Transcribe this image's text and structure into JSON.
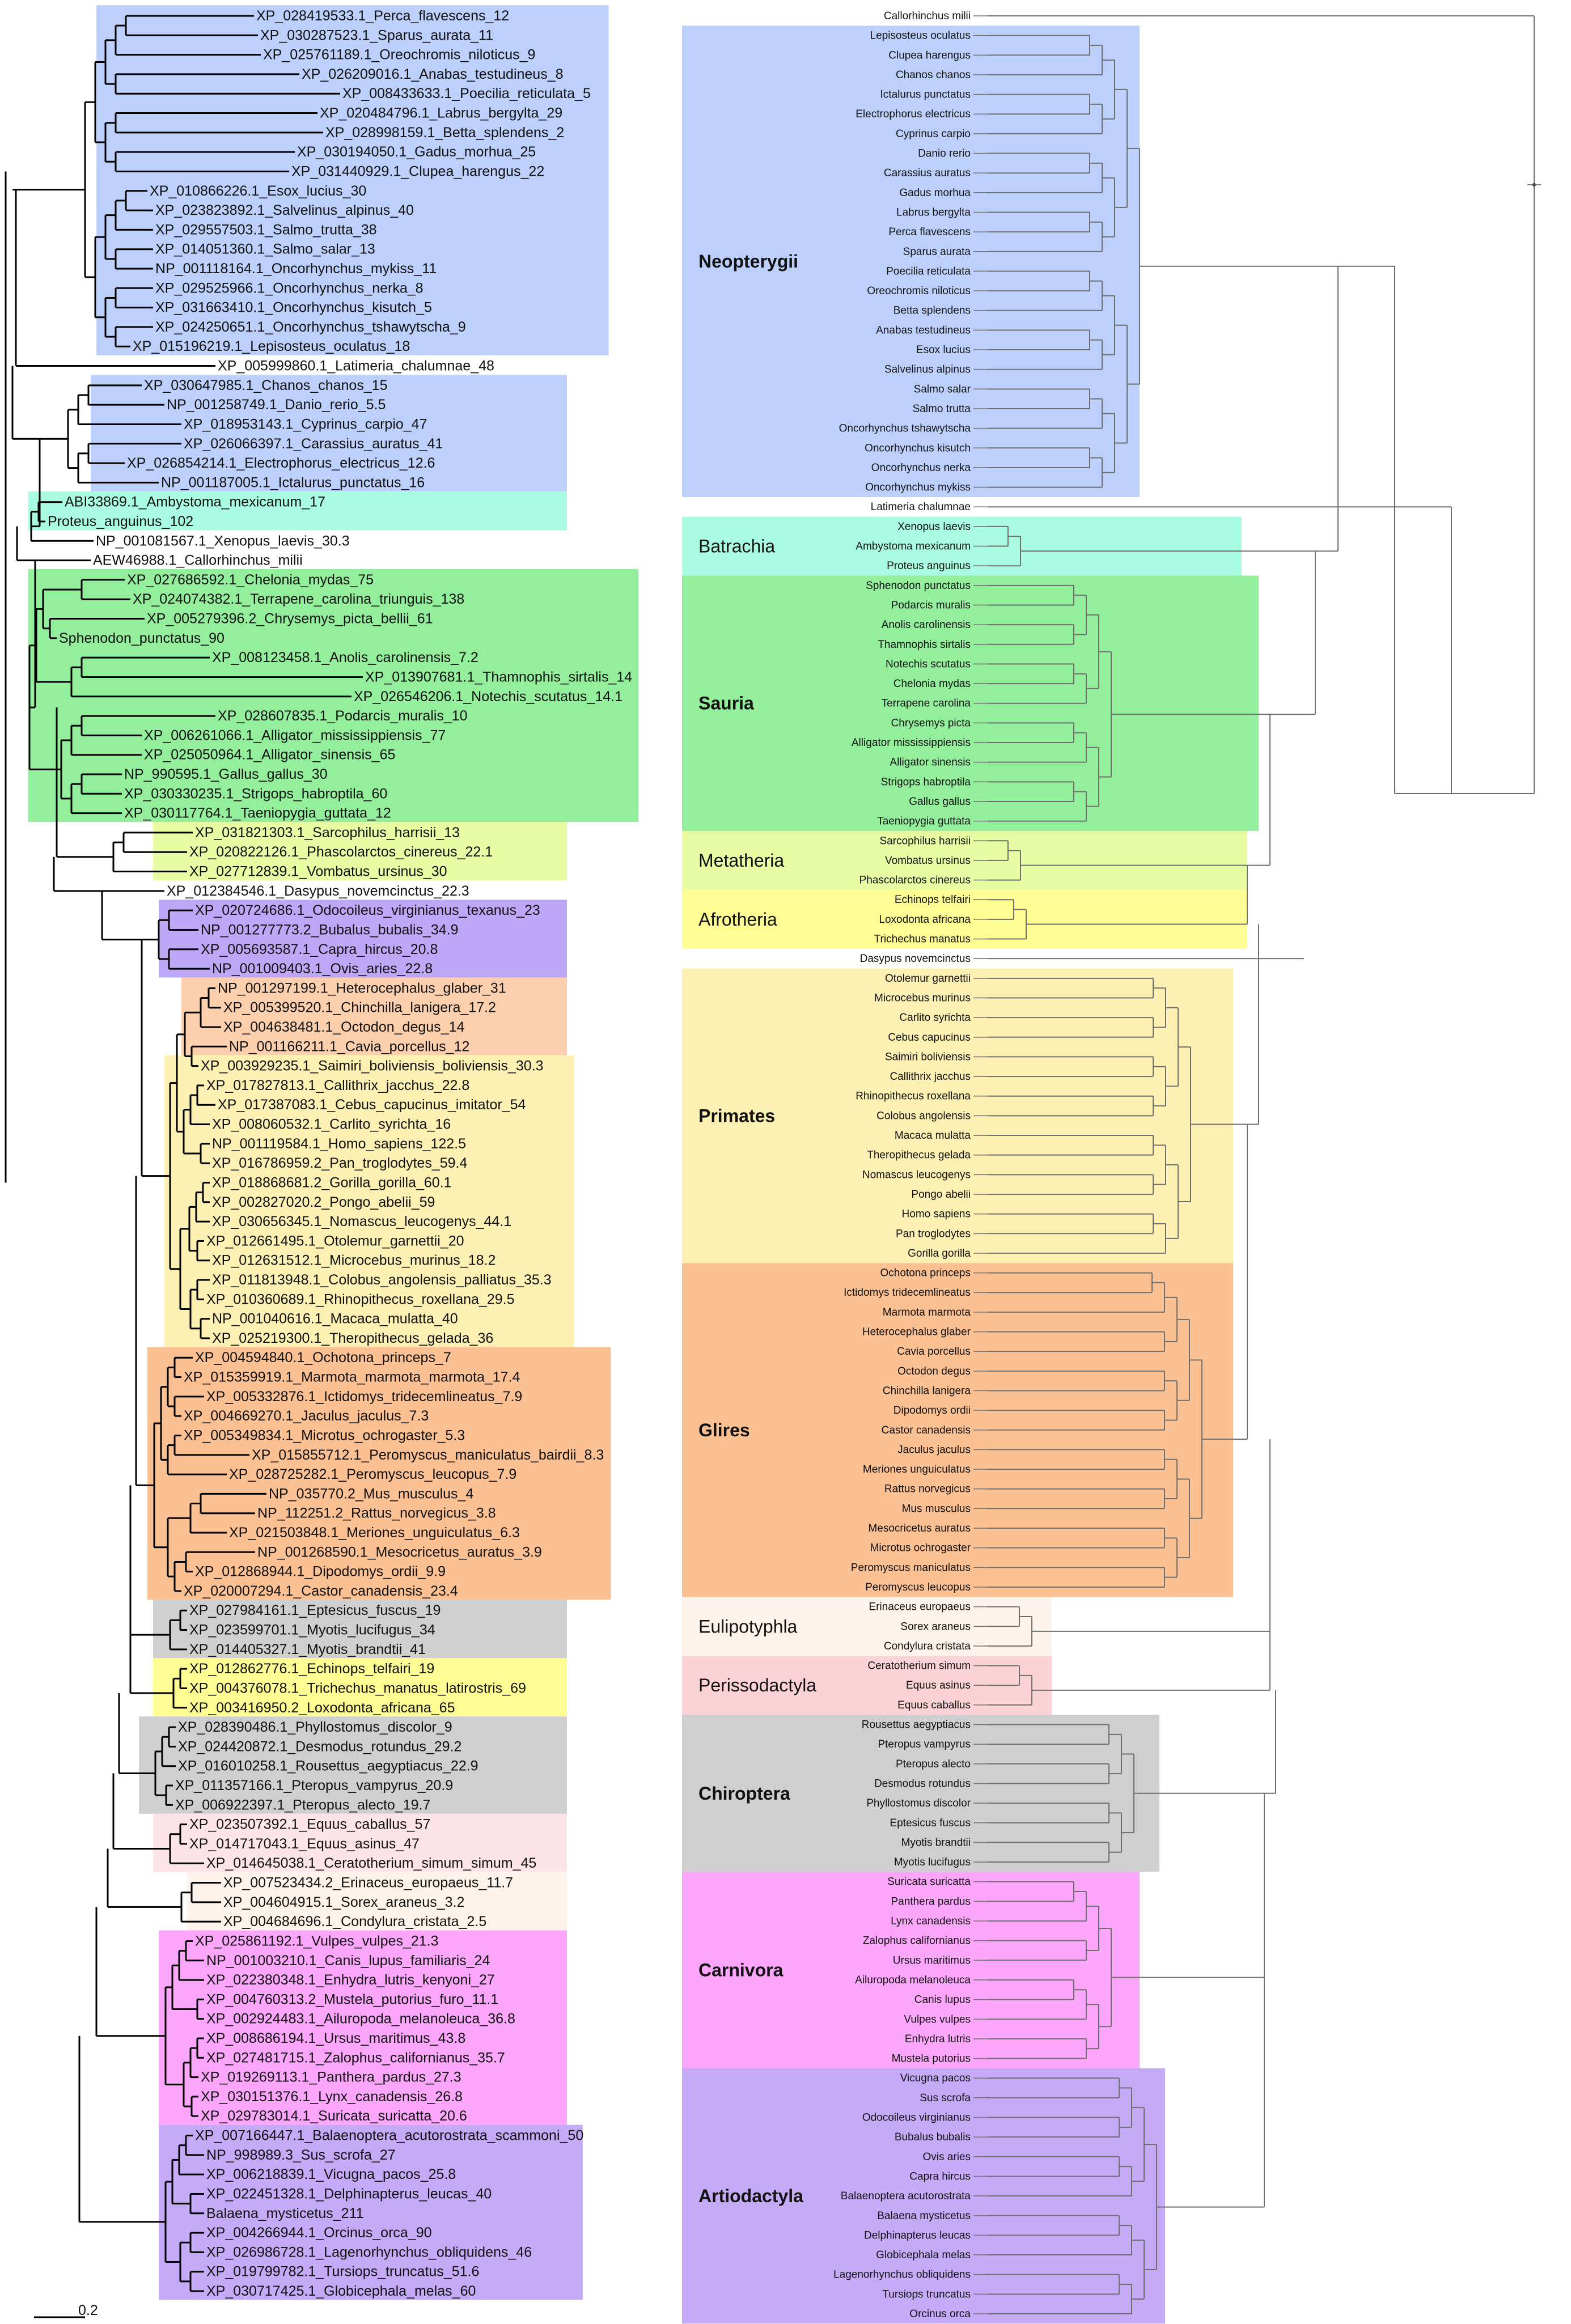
{
  "left_tree": {
    "scale_bar_label": "0.2",
    "clades": [
      {
        "color": "#bcd0fb",
        "first": "XP_028419533.1_Perca_flavescens_12",
        "last": "XP_015196219.1_Lepisosteus_oculatus_18"
      },
      {
        "color": "#bcd0fb",
        "first": "XP_030647985.1_Chanos_chanos_15",
        "last": "NP_001187005.1_Ictalurus_punctatus_16"
      },
      {
        "color": "#a9fbe2",
        "first": "ABI33869.1_Ambystoma_mexicanum_17",
        "last": "Proteus_anguinus_102"
      },
      {
        "color": "#93ef9b",
        "first": "XP_027686592.1_Chelonia_mydas_75",
        "last": "XP_030117764.1_Taeniopygia_guttata_12"
      },
      {
        "color": "#e8fca3",
        "first": "XP_031821303.1_Sarcophilus_harrisii_13",
        "last": "XP_027712839.1_Vombatus_ursinus_30"
      },
      {
        "color": "#bfa7f7",
        "first": "XP_020724686.1_Odocoileus_virginianus_texanus_23",
        "last": "NP_001009403.1_Ovis_aries_22.8"
      },
      {
        "color": "#fcd0ad",
        "first": "NP_001297199.1_Heterocephalus_glaber_31",
        "last": "NP_001166211.1_Cavia_porcellus_12"
      },
      {
        "color": "#fdf0b3",
        "first": "XP_003929235.1_Saimiri_boliviensis_boliviensis_30.3",
        "last": "XP_025219300.1_Theropithecus_gelada_36"
      },
      {
        "color": "#fbc193",
        "first": "XP_004594840.1_Ochotona_princeps_7",
        "last": "XP_020007294.1_Castor_canadensis_23.4"
      },
      {
        "color": "#cfcfcf",
        "first": "XP_027984161.1_Eptesicus_fuscus_19",
        "last": "XP_014405327.1_Myotis_brandtii_41"
      },
      {
        "color": "#fdfd93",
        "first": "XP_012862776.1_Echinops_telfairi_19",
        "last": "XP_003416950.2_Loxodonta_africana_65"
      },
      {
        "color": "#cfcfcf",
        "first": "XP_028390486.1_Phyllostomus_discolor_9",
        "last": "XP_006922397.1_Pteropus_alecto_19.7"
      },
      {
        "color": "#fde4e8",
        "first": "XP_023507392.1_Equus_caballus_57",
        "last": "XP_014645038.1_Ceratotherium_simum_simum_45"
      },
      {
        "color": "#fdf3ea",
        "first": "XP_007523434.2_Erinaceus_europaeus_11.7",
        "last": "XP_004684696.1_Condylura_cristata_2.5"
      },
      {
        "color": "#fca6fb",
        "first": "XP_025861192.1_Vulpes_vulpes_21.3",
        "last": "XP_029783014.1_Suricata_suricatta_20.6"
      },
      {
        "color": "#c5aaf8",
        "first": "XP_007166447.1_Balaenoptera_acutorostrata_scammoni_50",
        "last": "XP_030717425.1_Globicephala_melas_60"
      }
    ],
    "leaves": [
      {
        "label": "XP_028419533.1_Perca_flavescens_12"
      },
      {
        "label": "XP_030287523.1_Sparus_aurata_11"
      },
      {
        "label": "XP_025761189.1_Oreochromis_niloticus_9"
      },
      {
        "label": "XP_026209016.1_Anabas_testudineus_8"
      },
      {
        "label": "XP_008433633.1_Poecilia_reticulata_5"
      },
      {
        "label": "XP_020484796.1_Labrus_bergylta_29"
      },
      {
        "label": "XP_028998159.1_Betta_splendens_2"
      },
      {
        "label": "XP_030194050.1_Gadus_morhua_25"
      },
      {
        "label": "XP_031440929.1_Clupea_harengus_22"
      },
      {
        "label": "XP_010866226.1_Esox_lucius_30"
      },
      {
        "label": "XP_023823892.1_Salvelinus_alpinus_40"
      },
      {
        "label": "XP_029557503.1_Salmo_trutta_38"
      },
      {
        "label": "XP_014051360.1_Salmo_salar_13"
      },
      {
        "label": "NP_001118164.1_Oncorhynchus_mykiss_11"
      },
      {
        "label": "XP_029525966.1_Oncorhynchus_nerka_8"
      },
      {
        "label": "XP_031663410.1_Oncorhynchus_kisutch_5"
      },
      {
        "label": "XP_024250651.1_Oncorhynchus_tshawytscha_9"
      },
      {
        "label": "XP_015196219.1_Lepisosteus_oculatus_18"
      },
      {
        "label": "XP_005999860.1_Latimeria_chalumnae_48"
      },
      {
        "label": "XP_030647985.1_Chanos_chanos_15"
      },
      {
        "label": "NP_001258749.1_Danio_rerio_5.5"
      },
      {
        "label": "XP_018953143.1_Cyprinus_carpio_47"
      },
      {
        "label": "XP_026066397.1_Carassius_auratus_41"
      },
      {
        "label": "XP_026854214.1_Electrophorus_electricus_12.6"
      },
      {
        "label": "NP_001187005.1_Ictalurus_punctatus_16"
      },
      {
        "label": "ABI33869.1_Ambystoma_mexicanum_17"
      },
      {
        "label": "Proteus_anguinus_102"
      },
      {
        "label": "NP_001081567.1_Xenopus_laevis_30.3"
      },
      {
        "label": "AEW46988.1_Callorhinchus_milii"
      },
      {
        "label": "XP_027686592.1_Chelonia_mydas_75"
      },
      {
        "label": "XP_024074382.1_Terrapene_carolina_triunguis_138"
      },
      {
        "label": "XP_005279396.2_Chrysemys_picta_bellii_61"
      },
      {
        "label": "Sphenodon_punctatus_90"
      },
      {
        "label": "XP_008123458.1_Anolis_carolinensis_7.2"
      },
      {
        "label": "XP_013907681.1_Thamnophis_sirtalis_14"
      },
      {
        "label": "XP_026546206.1_Notechis_scutatus_14.1"
      },
      {
        "label": "XP_028607835.1_Podarcis_muralis_10"
      },
      {
        "label": "XP_006261066.1_Alligator_mississippiensis_77"
      },
      {
        "label": "XP_025050964.1_Alligator_sinensis_65"
      },
      {
        "label": "NP_990595.1_Gallus_gallus_30"
      },
      {
        "label": "XP_030330235.1_Strigops_habroptila_60"
      },
      {
        "label": "XP_030117764.1_Taeniopygia_guttata_12"
      },
      {
        "label": "XP_031821303.1_Sarcophilus_harrisii_13"
      },
      {
        "label": "XP_020822126.1_Phascolarctos_cinereus_22.1"
      },
      {
        "label": "XP_027712839.1_Vombatus_ursinus_30"
      },
      {
        "label": "XP_012384546.1_Dasypus_novemcinctus_22.3"
      },
      {
        "label": "XP_020724686.1_Odocoileus_virginianus_texanus_23"
      },
      {
        "label": "NP_001277773.2_Bubalus_bubalis_34.9"
      },
      {
        "label": "XP_005693587.1_Capra_hircus_20.8"
      },
      {
        "label": "NP_001009403.1_Ovis_aries_22.8"
      },
      {
        "label": "NP_001297199.1_Heterocephalus_glaber_31"
      },
      {
        "label": "XP_005399520.1_Chinchilla_lanigera_17.2"
      },
      {
        "label": "XP_004638481.1_Octodon_degus_14"
      },
      {
        "label": "NP_001166211.1_Cavia_porcellus_12"
      },
      {
        "label": "XP_003929235.1_Saimiri_boliviensis_boliviensis_30.3"
      },
      {
        "label": "XP_017827813.1_Callithrix_jacchus_22.8"
      },
      {
        "label": "XP_017387083.1_Cebus_capucinus_imitator_54"
      },
      {
        "label": "XP_008060532.1_Carlito_syrichta_16"
      },
      {
        "label": "NP_001119584.1_Homo_sapiens_122.5"
      },
      {
        "label": "XP_016786959.2_Pan_troglodytes_59.4"
      },
      {
        "label": "XP_018868681.2_Gorilla_gorilla_60.1"
      },
      {
        "label": "XP_002827020.2_Pongo_abelii_59"
      },
      {
        "label": "XP_030656345.1_Nomascus_leucogenys_44.1"
      },
      {
        "label": "XP_012661495.1_Otolemur_garnettii_20"
      },
      {
        "label": "XP_012631512.1_Microcebus_murinus_18.2"
      },
      {
        "label": "XP_011813948.1_Colobus_angolensis_palliatus_35.3"
      },
      {
        "label": "XP_010360689.1_Rhinopithecus_roxellana_29.5"
      },
      {
        "label": "NP_001040616.1_Macaca_mulatta_40"
      },
      {
        "label": "XP_025219300.1_Theropithecus_gelada_36"
      },
      {
        "label": "XP_004594840.1_Ochotona_princeps_7"
      },
      {
        "label": "XP_015359919.1_Marmota_marmota_marmota_17.4"
      },
      {
        "label": "XP_005332876.1_Ictidomys_tridecemlineatus_7.9"
      },
      {
        "label": "XP_004669270.1_Jaculus_jaculus_7.3"
      },
      {
        "label": "XP_005349834.1_Microtus_ochrogaster_5.3"
      },
      {
        "label": "XP_015855712.1_Peromyscus_maniculatus_bairdii_8.3"
      },
      {
        "label": "XP_028725282.1_Peromyscus_leucopus_7.9"
      },
      {
        "label": "NP_035770.2_Mus_musculus_4"
      },
      {
        "label": "NP_112251.2_Rattus_norvegicus_3.8"
      },
      {
        "label": "XP_021503848.1_Meriones_unguiculatus_6.3"
      },
      {
        "label": "NP_001268590.1_Mesocricetus_auratus_3.9"
      },
      {
        "label": "XP_012868944.1_Dipodomys_ordii_9.9"
      },
      {
        "label": "XP_020007294.1_Castor_canadensis_23.4"
      },
      {
        "label": "XP_027984161.1_Eptesicus_fuscus_19"
      },
      {
        "label": "XP_023599701.1_Myotis_lucifugus_34"
      },
      {
        "label": "XP_014405327.1_Myotis_brandtii_41"
      },
      {
        "label": "XP_012862776.1_Echinops_telfairi_19"
      },
      {
        "label": "XP_004376078.1_Trichechus_manatus_latirostris_69"
      },
      {
        "label": "XP_003416950.2_Loxodonta_africana_65"
      },
      {
        "label": "XP_028390486.1_Phyllostomus_discolor_9"
      },
      {
        "label": "XP_024420872.1_Desmodus_rotundus_29.2"
      },
      {
        "label": "XP_016010258.1_Rousettus_aegyptiacus_22.9"
      },
      {
        "label": "XP_011357166.1_Pteropus_vampyrus_20.9"
      },
      {
        "label": "XP_006922397.1_Pteropus_alecto_19.7"
      },
      {
        "label": "XP_023507392.1_Equus_caballus_57"
      },
      {
        "label": "XP_014717043.1_Equus_asinus_47"
      },
      {
        "label": "XP_014645038.1_Ceratotherium_simum_simum_45"
      },
      {
        "label": "XP_007523434.2_Erinaceus_europaeus_11.7"
      },
      {
        "label": "XP_004604915.1_Sorex_araneus_3.2"
      },
      {
        "label": "XP_004684696.1_Condylura_cristata_2.5"
      },
      {
        "label": "XP_025861192.1_Vulpes_vulpes_21.3"
      },
      {
        "label": "NP_001003210.1_Canis_lupus_familiaris_24"
      },
      {
        "label": "XP_022380348.1_Enhydra_lutris_kenyoni_27"
      },
      {
        "label": "XP_004760313.2_Mustela_putorius_furo_11.1"
      },
      {
        "label": "XP_002924483.1_Ailuropoda_melanoleuca_36.8"
      },
      {
        "label": "XP_008686194.1_Ursus_maritimus_43.8"
      },
      {
        "label": "XP_027481715.1_Zalophus_californianus_35.7"
      },
      {
        "label": "XP_019269113.1_Panthera_pardus_27.3"
      },
      {
        "label": "XP_030151376.1_Lynx_canadensis_26.8"
      },
      {
        "label": "XP_029783014.1_Suricata_suricatta_20.6"
      },
      {
        "label": "XP_007166447.1_Balaenoptera_acutorostrata_scammoni_50"
      },
      {
        "label": "NP_998989.3_Sus_scrofa_27"
      },
      {
        "label": "XP_006218839.1_Vicugna_pacos_25.8"
      },
      {
        "label": "XP_022451328.1_Delphinapterus_leucas_40"
      },
      {
        "label": "Balaena_mysticetus_211"
      },
      {
        "label": "XP_004266944.1_Orcinus_orca_90"
      },
      {
        "label": "XP_026986728.1_Lagenorhynchus_obliquidens_46"
      },
      {
        "label": "XP_019799782.1_Tursiops_truncatus_51.6"
      },
      {
        "label": "XP_030717425.1_Globicephala_melas_60"
      }
    ]
  },
  "right_tree": {
    "clades": [
      {
        "label": "Neopterygii",
        "bold": true,
        "color": "#bcd0fb",
        "first": "Lepisosteus oculatus",
        "last": "Oncorhynchus mykiss"
      },
      {
        "label": "Batrachia",
        "bold": false,
        "color": "#a9fbe2",
        "first": "Xenopus laevis",
        "last": "Proteus anguinus"
      },
      {
        "label": "Sauria",
        "bold": true,
        "color": "#93ef9b",
        "first": "Sphenodon punctatus",
        "last": "Taeniopygia guttata"
      },
      {
        "label": "Metatheria",
        "bold": false,
        "color": "#e8fca3",
        "first": "Sarcophilus harrisii",
        "last": "Phascolarctos cinereus"
      },
      {
        "label": "Afrotheria",
        "bold": false,
        "color": "#fdfd93",
        "first": "Echinops telfairi",
        "last": "Trichechus manatus"
      },
      {
        "label": "Primates",
        "bold": true,
        "color": "#fdf0b3",
        "first": "Otolemur garnettii",
        "last": "Gorilla gorilla"
      },
      {
        "label": "Glires",
        "bold": true,
        "color": "#fbc193",
        "first": "Ochotona princeps",
        "last": "Peromyscus leucopus"
      },
      {
        "label": "Eulipotyphla",
        "bold": false,
        "color": "#fdf3ea",
        "first": "Erinaceus europaeus",
        "last": "Condylura cristata"
      },
      {
        "label": "Perissodactyla",
        "bold": false,
        "color": "#fbd3d6",
        "first": "Ceratotherium simum",
        "last": "Equus caballus"
      },
      {
        "label": "Chiroptera",
        "bold": true,
        "color": "#cfcfcf",
        "first": "Rousettus aegyptiacus",
        "last": "Myotis lucifugus"
      },
      {
        "label": "Carnivora",
        "bold": true,
        "color": "#fca6fb",
        "first": "Suricata suricatta",
        "last": "Mustela putorius"
      },
      {
        "label": "Artiodactyla",
        "bold": true,
        "color": "#c5aaf8",
        "first": "Vicugna pacos",
        "last": "Orcinus orca"
      }
    ],
    "leaves": [
      {
        "label": "Callorhinchus milii"
      },
      {
        "label": "Lepisosteus oculatus"
      },
      {
        "label": "Clupea harengus"
      },
      {
        "label": "Chanos chanos"
      },
      {
        "label": "Ictalurus punctatus"
      },
      {
        "label": "Electrophorus electricus"
      },
      {
        "label": "Cyprinus carpio"
      },
      {
        "label": "Danio rerio"
      },
      {
        "label": "Carassius auratus"
      },
      {
        "label": "Gadus morhua"
      },
      {
        "label": "Labrus bergylta"
      },
      {
        "label": "Perca flavescens"
      },
      {
        "label": "Sparus aurata"
      },
      {
        "label": "Poecilia reticulata"
      },
      {
        "label": "Oreochromis niloticus"
      },
      {
        "label": "Betta splendens"
      },
      {
        "label": "Anabas testudineus"
      },
      {
        "label": "Esox lucius"
      },
      {
        "label": "Salvelinus alpinus"
      },
      {
        "label": "Salmo salar"
      },
      {
        "label": "Salmo trutta"
      },
      {
        "label": "Oncorhynchus tshawytscha"
      },
      {
        "label": "Oncorhynchus kisutch"
      },
      {
        "label": "Oncorhynchus nerka"
      },
      {
        "label": "Oncorhynchus mykiss"
      },
      {
        "label": "Latimeria chalumnae"
      },
      {
        "label": "Xenopus laevis"
      },
      {
        "label": "Ambystoma mexicanum"
      },
      {
        "label": "Proteus anguinus"
      },
      {
        "label": "Sphenodon punctatus"
      },
      {
        "label": "Podarcis muralis"
      },
      {
        "label": "Anolis carolinensis"
      },
      {
        "label": "Thamnophis sirtalis"
      },
      {
        "label": "Notechis scutatus"
      },
      {
        "label": "Chelonia mydas"
      },
      {
        "label": "Terrapene carolina"
      },
      {
        "label": "Chrysemys picta"
      },
      {
        "label": "Alligator mississippiensis"
      },
      {
        "label": "Alligator sinensis"
      },
      {
        "label": "Strigops habroptila"
      },
      {
        "label": "Gallus gallus"
      },
      {
        "label": "Taeniopygia guttata"
      },
      {
        "label": "Sarcophilus harrisii"
      },
      {
        "label": "Vombatus ursinus"
      },
      {
        "label": "Phascolarctos cinereus"
      },
      {
        "label": "Echinops telfairi"
      },
      {
        "label": "Loxodonta africana"
      },
      {
        "label": "Trichechus manatus"
      },
      {
        "label": "Dasypus novemcinctus"
      },
      {
        "label": "Otolemur garnettii"
      },
      {
        "label": "Microcebus murinus"
      },
      {
        "label": "Carlito syrichta"
      },
      {
        "label": "Cebus capucinus"
      },
      {
        "label": "Saimiri boliviensis"
      },
      {
        "label": "Callithrix jacchus"
      },
      {
        "label": "Rhinopithecus roxellana"
      },
      {
        "label": "Colobus angolensis"
      },
      {
        "label": "Macaca mulatta"
      },
      {
        "label": "Theropithecus gelada"
      },
      {
        "label": "Nomascus leucogenys"
      },
      {
        "label": "Pongo abelii"
      },
      {
        "label": "Homo sapiens"
      },
      {
        "label": "Pan troglodytes"
      },
      {
        "label": "Gorilla gorilla"
      },
      {
        "label": "Ochotona princeps"
      },
      {
        "label": "Ictidomys tridecemlineatus"
      },
      {
        "label": "Marmota marmota"
      },
      {
        "label": "Heterocephalus glaber"
      },
      {
        "label": "Cavia porcellus"
      },
      {
        "label": "Octodon degus"
      },
      {
        "label": "Chinchilla lanigera"
      },
      {
        "label": "Dipodomys ordii"
      },
      {
        "label": "Castor canadensis"
      },
      {
        "label": "Jaculus jaculus"
      },
      {
        "label": "Meriones unguiculatus"
      },
      {
        "label": "Rattus norvegicus"
      },
      {
        "label": "Mus musculus"
      },
      {
        "label": "Mesocricetus auratus"
      },
      {
        "label": "Microtus ochrogaster"
      },
      {
        "label": "Peromyscus maniculatus"
      },
      {
        "label": "Peromyscus leucopus"
      },
      {
        "label": "Erinaceus europaeus"
      },
      {
        "label": "Sorex araneus"
      },
      {
        "label": "Condylura cristata"
      },
      {
        "label": "Ceratotherium simum"
      },
      {
        "label": "Equus asinus"
      },
      {
        "label": "Equus caballus"
      },
      {
        "label": "Rousettus aegyptiacus"
      },
      {
        "label": "Pteropus vampyrus"
      },
      {
        "label": "Pteropus alecto"
      },
      {
        "label": "Desmodus rotundus"
      },
      {
        "label": "Phyllostomus discolor"
      },
      {
        "label": "Eptesicus fuscus"
      },
      {
        "label": "Myotis brandtii"
      },
      {
        "label": "Myotis lucifugus"
      },
      {
        "label": "Suricata suricatta"
      },
      {
        "label": "Panthera pardus"
      },
      {
        "label": "Lynx canadensis"
      },
      {
        "label": "Zalophus californianus"
      },
      {
        "label": "Ursus maritimus"
      },
      {
        "label": "Ailuropoda melanoleuca"
      },
      {
        "label": "Canis lupus"
      },
      {
        "label": "Vulpes vulpes"
      },
      {
        "label": "Enhydra lutris"
      },
      {
        "label": "Mustela putorius"
      },
      {
        "label": "Vicugna pacos"
      },
      {
        "label": "Sus scrofa"
      },
      {
        "label": "Odocoileus virginianus"
      },
      {
        "label": "Bubalus bubalis"
      },
      {
        "label": "Ovis aries"
      },
      {
        "label": "Capra hircus"
      },
      {
        "label": "Balaenoptera acutorostrata"
      },
      {
        "label": "Balaena mysticetus"
      },
      {
        "label": "Delphinapterus leucas"
      },
      {
        "label": "Globicephala melas"
      },
      {
        "label": "Lagenorhynchus obliquidens"
      },
      {
        "label": "Tursiops truncatus"
      },
      {
        "label": "Orcinus orca"
      }
    ]
  }
}
